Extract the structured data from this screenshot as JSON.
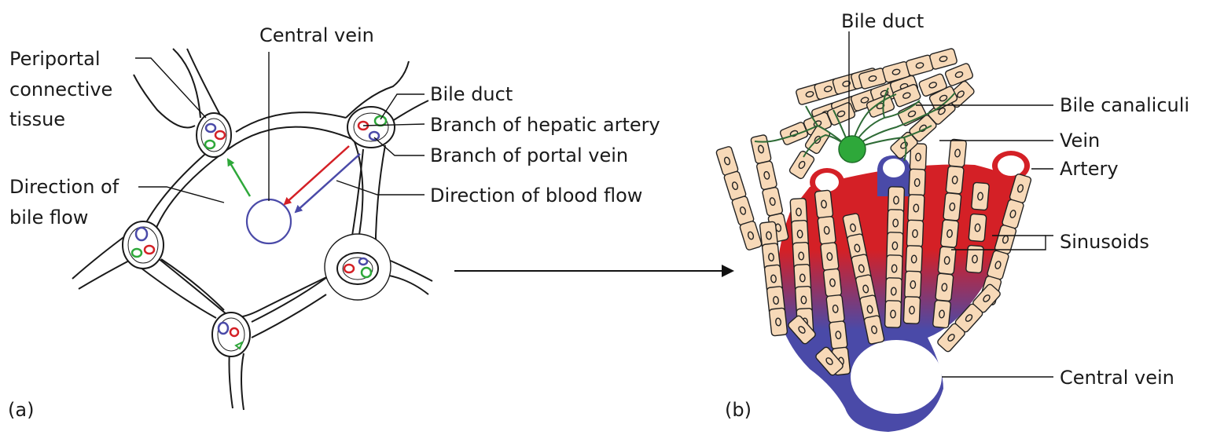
{
  "panel_a": {
    "tag": "(a)",
    "labels": {
      "periportal_1": "Periportal",
      "periportal_2": "connective",
      "periportal_3": "tissue",
      "central_vein": "Central vein",
      "bile_duct": "Bile duct",
      "hepatic_artery": "Branch of hepatic artery",
      "portal_vein": "Branch of portal vein",
      "bile_flow_1": "Direction of",
      "bile_flow_2": "bile flow",
      "blood_flow": "Direction of blood flow"
    }
  },
  "panel_b": {
    "tag": "(b)",
    "labels": {
      "bile_duct": "Bile duct",
      "bile_canaliculi": "Bile canaliculi",
      "vein": "Vein",
      "artery": "Artery",
      "sinusoids": "Sinusoids",
      "central_vein": "Central vein"
    }
  },
  "colors": {
    "artery": "#d42026",
    "vein": "#4a4aa8",
    "bile": "#2ea83a",
    "hepatocyte": "#f7d9b8"
  }
}
